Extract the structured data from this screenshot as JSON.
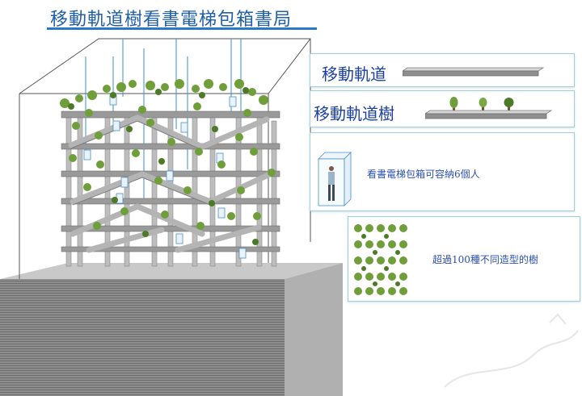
{
  "title": "移動軌道樹看書電梯包箱書局",
  "legend": {
    "track_label": "移動軌道",
    "tree_track_label": "移動軌道樹",
    "elevator_caption": "看書電梯包箱可容納6個人",
    "tree_variety_caption": "超過100種不同造型的樹"
  }
}
